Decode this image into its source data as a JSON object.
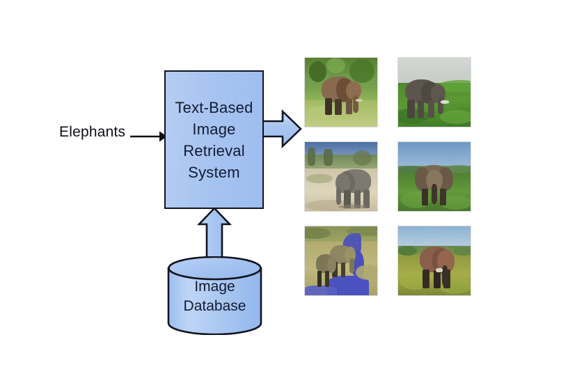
{
  "diagram": {
    "title": "Text-Based Image Retrieval System",
    "query": {
      "label": "Elephants",
      "arrow_name": "query-input-arrow"
    },
    "system_box": {
      "lines": [
        "Text-Based",
        "Image",
        "Retrieval",
        "System"
      ],
      "fill_color": "#a8c6f0",
      "border_color": "#11131f",
      "text_color": "#141a33"
    },
    "database": {
      "lines": [
        "Image",
        "Database"
      ],
      "fill_color": "#a8c6f0",
      "border_color": "#11131f"
    },
    "arrows": {
      "db_to_system": "upward block arrow",
      "system_to_results": "rightward block arrow",
      "fill_color": "#a8c6f0",
      "border_color": "#11131f"
    },
    "results": {
      "count": 6,
      "columns": 2,
      "rows": 3,
      "items": [
        {
          "caption": "elephant-in-green-foliage",
          "sky": "#6f9b4a",
          "ground": "#8fae53",
          "skin": "#8a6a4e"
        },
        {
          "caption": "grey-elephant-on-grass",
          "sky": "#cfd3cf",
          "ground": "#4f8a2e",
          "skin": "#5d564f"
        },
        {
          "caption": "elephant-on-sandy-plain",
          "sky": "#5f7fae",
          "ground": "#cfc5a8",
          "skin": "#7d7a72"
        },
        {
          "caption": "elephant-facing-camera-blue-sky",
          "sky": "#6f98c4",
          "ground": "#4f8232",
          "skin": "#7a6a55"
        },
        {
          "caption": "elephants-at-river",
          "sky": "#9aa060",
          "ground": "#b5ae72",
          "skin": "#5b5340"
        },
        {
          "caption": "red-elephant-in-golden-grass",
          "sky": "#93b6d2",
          "ground": "#8f9a3f",
          "skin": "#8b5f4a"
        }
      ]
    }
  }
}
